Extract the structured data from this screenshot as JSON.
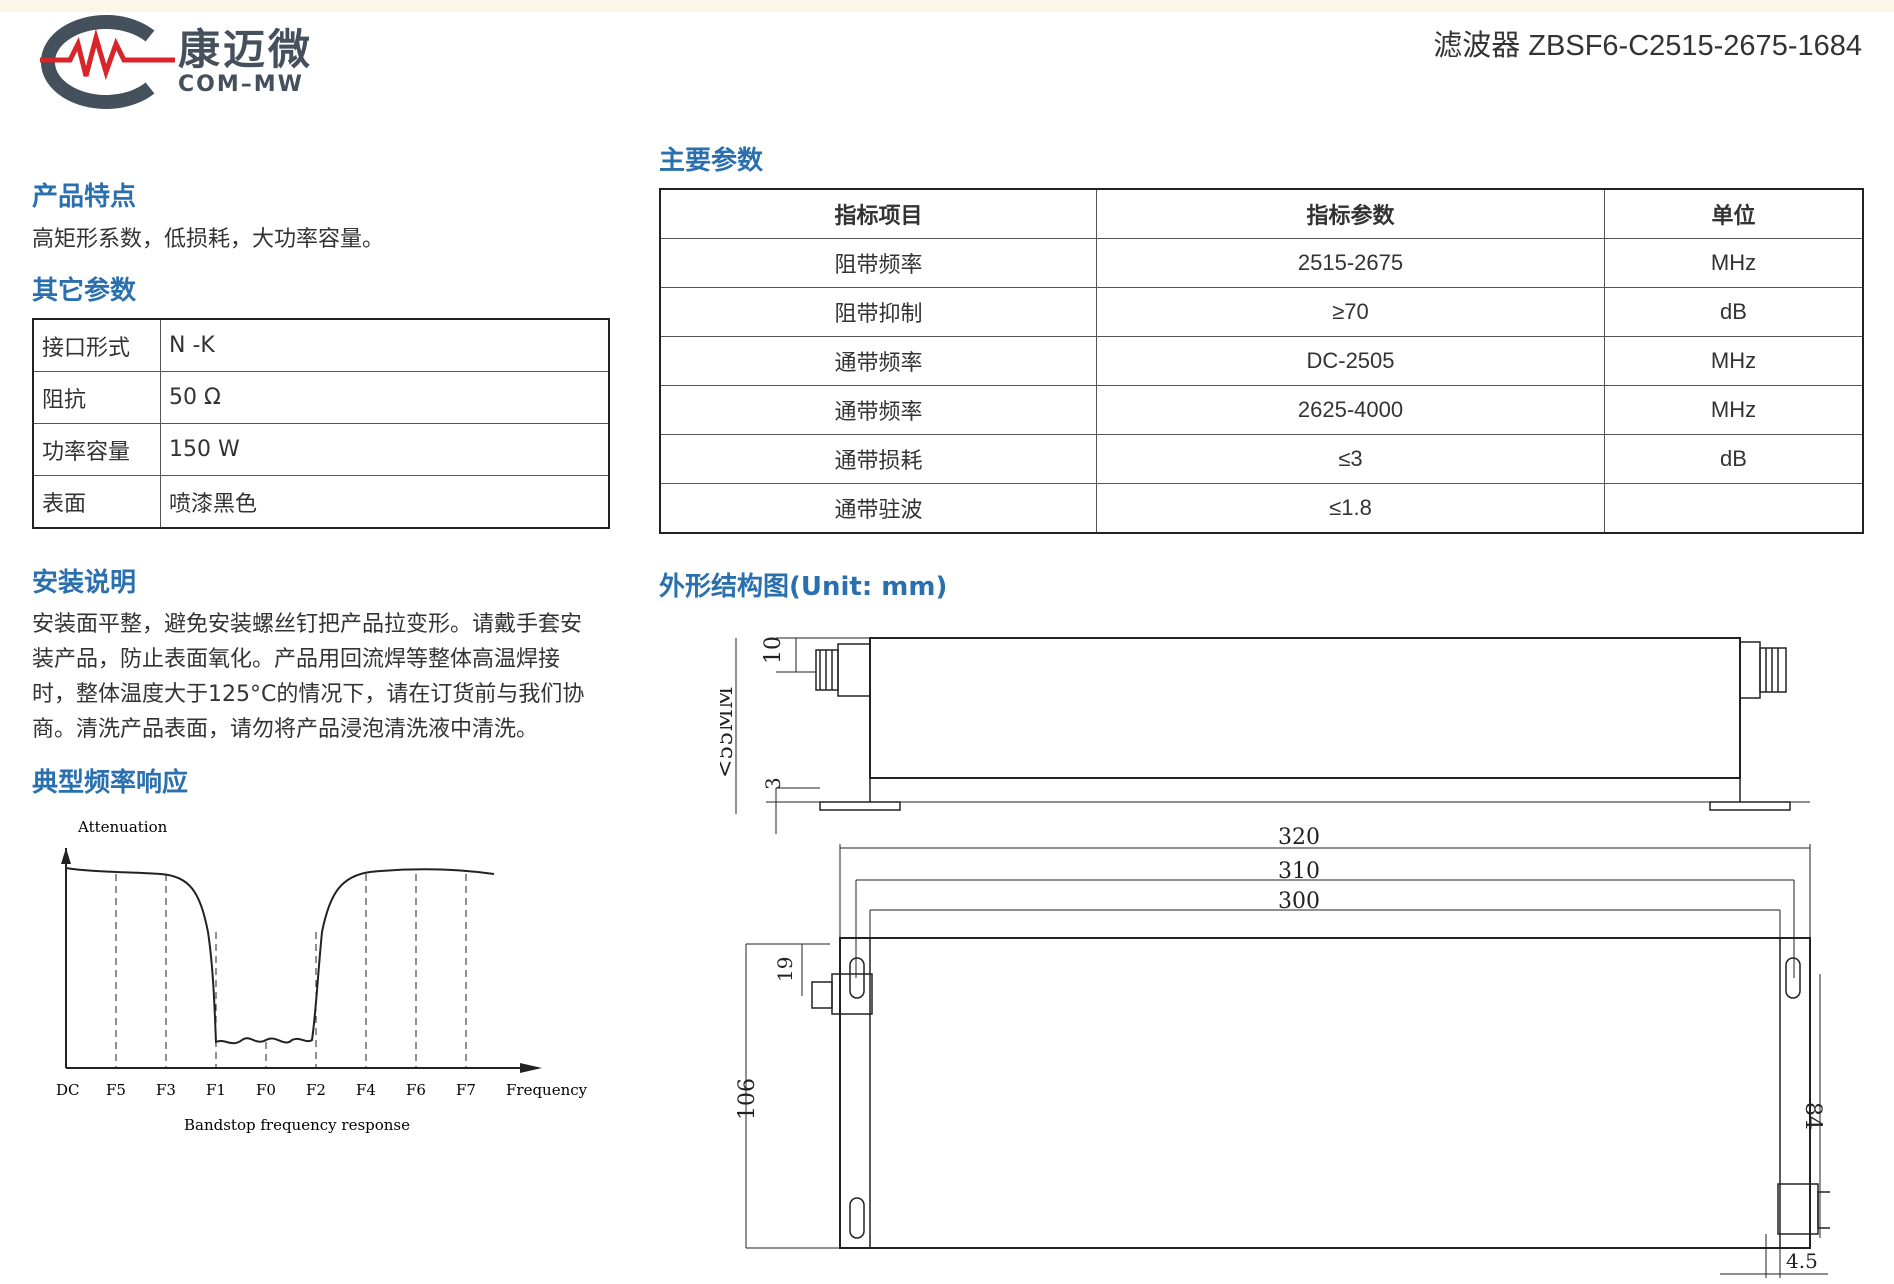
{
  "brand": {
    "name_cn": "康迈微",
    "name_en": "COM–MW",
    "logo_mark": "MW"
  },
  "doc_title": "滤波器 ZBSF6-C2515-2675-1684",
  "sections": {
    "features": "产品特点",
    "other_params": "其它参数",
    "install": "安装说明",
    "response": "典型频率响应",
    "main_params": "主要参数",
    "outline": "外形结构图(Unit: mm)"
  },
  "features_text": "高矩形系数，低损耗，大功率容量。",
  "other_params": [
    {
      "k": "接口形式",
      "v": "N -K"
    },
    {
      "k": "阻抗",
      "v": "50 Ω"
    },
    {
      "k": "功率容量",
      "v": "150 W"
    },
    {
      "k": "表面",
      "v": "喷漆黑色"
    }
  ],
  "install_lines": [
    "安装面平整，避免安装螺丝钉把产品拉变形。请戴手套安",
    "装产品，防止表面氧化。产品用回流焊等整体高温焊接",
    "时，整体温度大于125°C的情况下，请在订货前与我们协",
    "商。清洗产品表面，请勿将产品浸泡清洗液中清洗。"
  ],
  "main_params": {
    "headers": [
      "指标项目",
      "指标参数",
      "单位"
    ],
    "rows": [
      [
        "阻带频率",
        "2515-2675",
        "MHz"
      ],
      [
        "阻带抑制",
        "≥70",
        "dB"
      ],
      [
        "通带频率",
        "DC-2505",
        "MHz"
      ],
      [
        "通带频率",
        "2625-4000",
        "MHz"
      ],
      [
        "通带损耗",
        "≤3",
        "dB"
      ],
      [
        "通带驻波",
        "≤1.8",
        ""
      ]
    ]
  },
  "response_chart": {
    "y_label": "Attenuation",
    "x_label": "Frequency",
    "caption": "Bandstop frequency response",
    "ticks": [
      "DC",
      "F5",
      "F3",
      "F1",
      "F0",
      "F2",
      "F4",
      "F6",
      "F7"
    ]
  },
  "outline_dims": {
    "d320": "320",
    "d310": "310",
    "d300": "300",
    "d10": "10",
    "d55": "<55MM",
    "d3": "3",
    "d19": "19",
    "d106": "106",
    "d84": "84",
    "d45": "4.5"
  }
}
